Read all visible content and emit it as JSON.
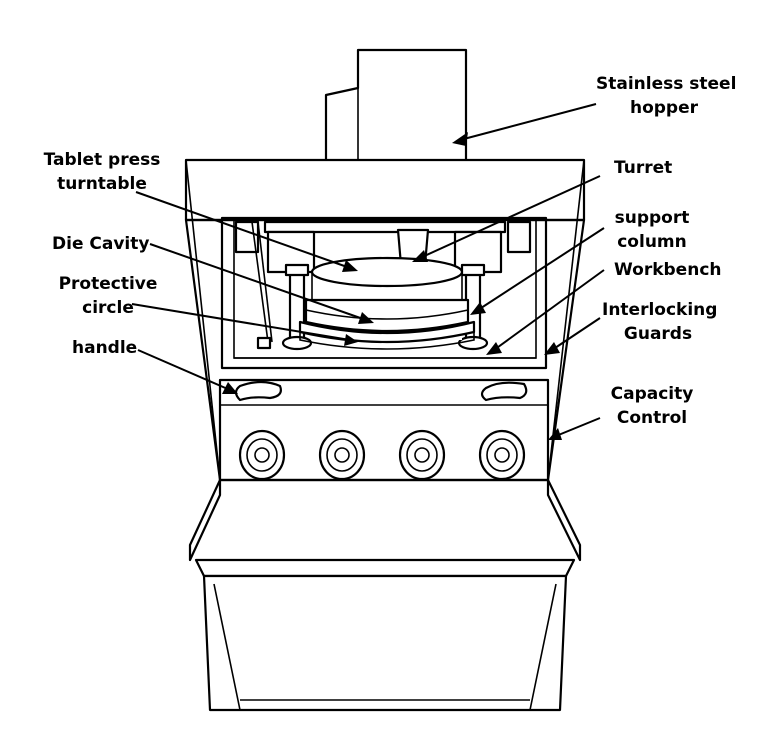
{
  "labels": {
    "hopper": [
      "Stainless steel",
      "hopper"
    ],
    "turntable": [
      "Tablet press",
      "turntable"
    ],
    "turret": "Turret",
    "support_column": [
      "support",
      "column"
    ],
    "die_cavity": "Die Cavity",
    "workbench": "Workbench",
    "protective_circle": [
      "Protective",
      "circle"
    ],
    "interlocking_guards": [
      "Interlocking",
      "Guards"
    ],
    "handle": "handle",
    "capacity_control": [
      "Capacity",
      "Control"
    ]
  },
  "colors": {
    "line": "#000000",
    "background": "#ffffff"
  }
}
